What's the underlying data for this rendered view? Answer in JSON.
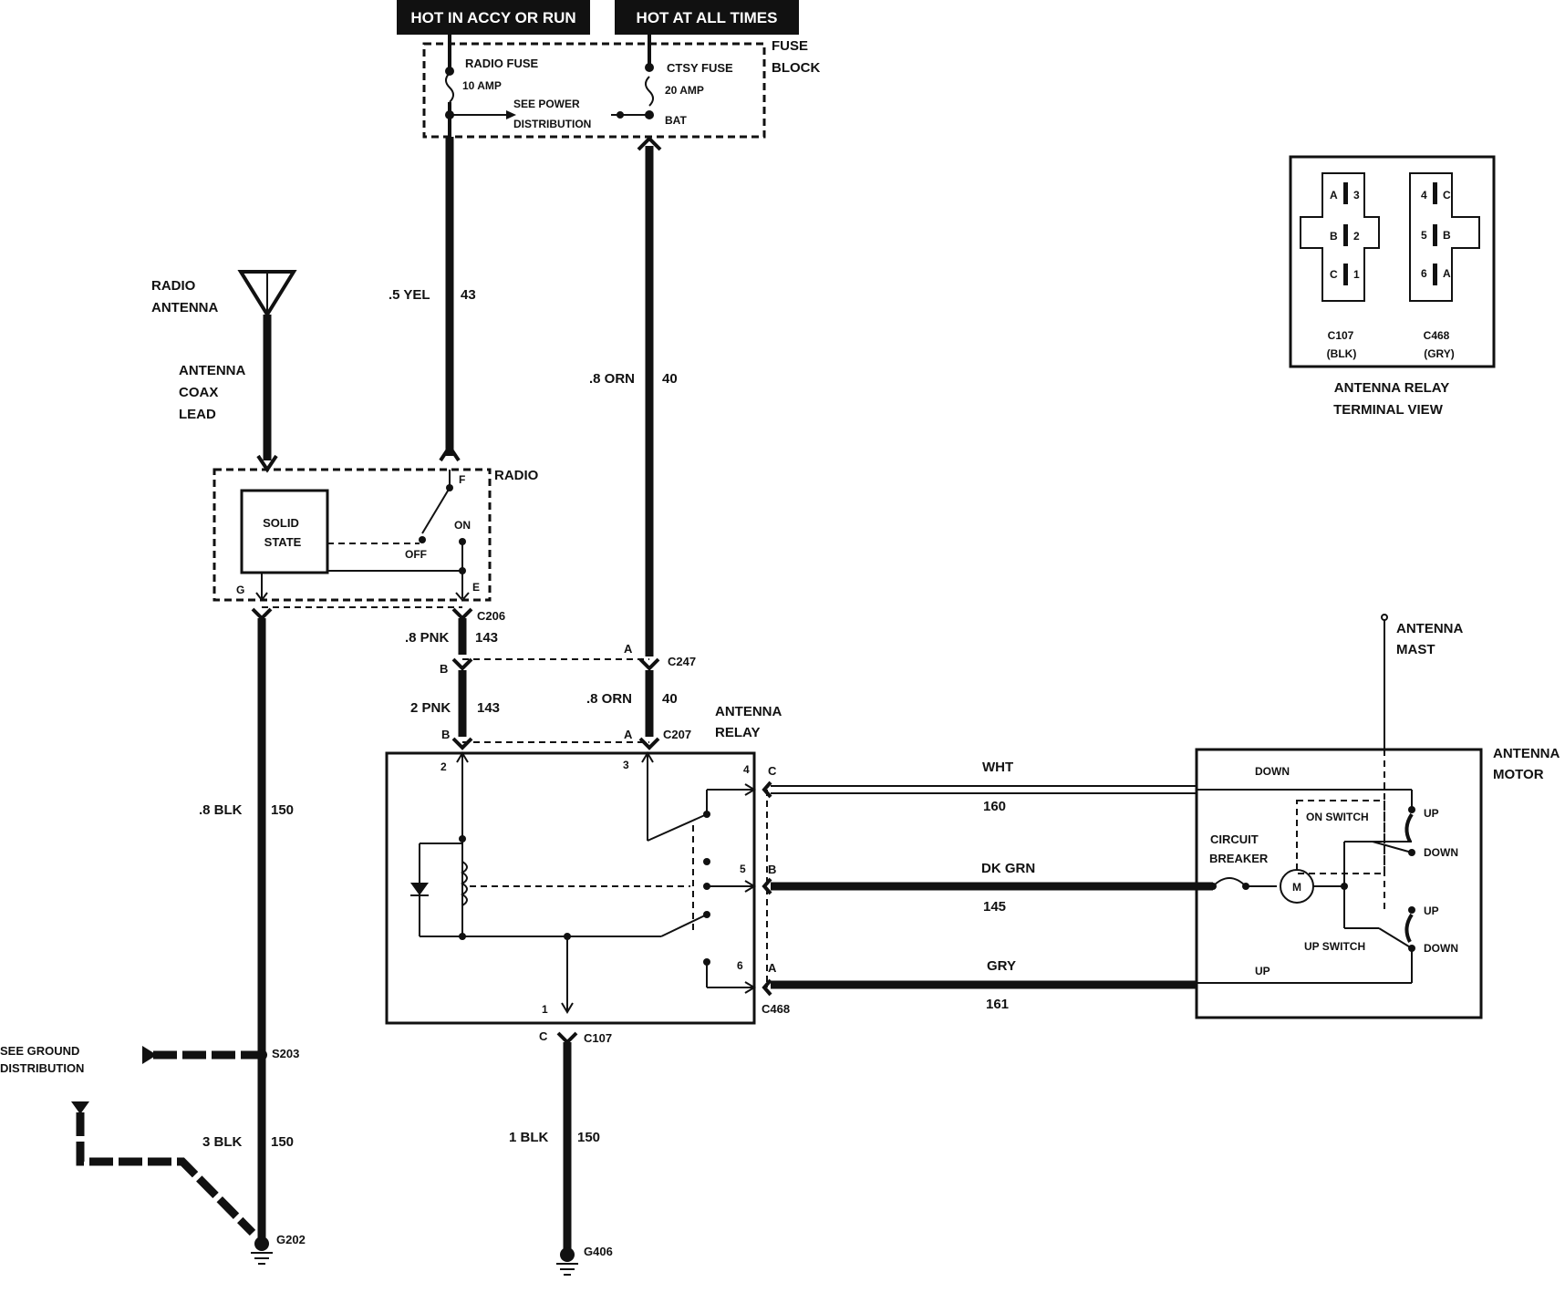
{
  "power": {
    "hot_accy_run": "HOT IN ACCY OR RUN",
    "hot_all_times": "HOT AT ALL TIMES"
  },
  "fuse_block": {
    "title_line1": "FUSE",
    "title_line2": "BLOCK",
    "radio_fuse": "RADIO FUSE",
    "radio_fuse_rating": "10 AMP",
    "ctsy_fuse": "CTSY FUSE",
    "ctsy_fuse_rating": "20 AMP",
    "see_power_line1": "SEE POWER",
    "see_power_line2": "DISTRIBUTION",
    "bat": "BAT"
  },
  "antenna": {
    "label_line1": "RADIO",
    "label_line2": "ANTENNA",
    "coax_line1": "ANTENNA",
    "coax_line2": "COAX",
    "coax_line3": "LEAD"
  },
  "radio": {
    "label": "RADIO",
    "solid_state_line1": "SOLID",
    "solid_state_line2": "STATE",
    "on": "ON",
    "off": "OFF",
    "pin_f": "F",
    "pin_e": "E",
    "pin_g": "G"
  },
  "wires": {
    "yel": {
      "gauge_color": ".5 YEL",
      "circuit": "43"
    },
    "orn_top": {
      "gauge_color": ".8 ORN",
      "circuit": "40"
    },
    "pnk_top": {
      "gauge_color": ".8 PNK",
      "circuit": "143"
    },
    "pnk_bottom": {
      "gauge_color": "2 PNK",
      "circuit": "143"
    },
    "orn_bottom": {
      "gauge_color": ".8 ORN",
      "circuit": "40"
    },
    "blk_radio": {
      "gauge_color": ".8 BLK",
      "circuit": "150"
    },
    "blk_ground": {
      "gauge_color": "3 BLK",
      "circuit": "150"
    },
    "blk_relay": {
      "gauge_color": "1 BLK",
      "circuit": "150"
    },
    "wht": {
      "color": "WHT",
      "circuit": "160"
    },
    "dkgrn": {
      "color": "DK GRN",
      "circuit": "145"
    },
    "gry": {
      "color": "GRY",
      "circuit": "161"
    }
  },
  "connectors": {
    "c206": "C206",
    "c247": "C247",
    "c207": "C207",
    "c107": "C107",
    "c468": "C468",
    "s203": "S203",
    "g202": "G202",
    "g406": "G406",
    "pin_a": "A",
    "pin_b": "B",
    "pin_c": "C"
  },
  "relay": {
    "label_line1": "ANTENNA",
    "label_line2": "RELAY",
    "pin1": "1",
    "pin2": "2",
    "pin3": "3",
    "pin4": "4",
    "pin5": "5",
    "pin6": "6"
  },
  "motor": {
    "label_line1": "ANTENNA",
    "label_line2": "MOTOR",
    "mast_line1": "ANTENNA",
    "mast_line2": "MAST",
    "down": "DOWN",
    "up": "UP",
    "on_switch": "ON SWITCH",
    "up_switch": "UP SWITCH",
    "circuit_breaker_line1": "CIRCUIT",
    "circuit_breaker_line2": "BREAKER",
    "m": "M",
    "sw_up": "UP",
    "sw_down": "DOWN"
  },
  "ground_dist": {
    "line1": "SEE GROUND",
    "line2": "DISTRIBUTION"
  },
  "terminal_view": {
    "c107": "C107",
    "c107_color": "(BLK)",
    "c468": "C468",
    "c468_color": "(GRY)",
    "title_line1": "ANTENNA RELAY",
    "title_line2": "TERMINAL VIEW",
    "left_pins": [
      {
        "letter": "A",
        "num": "3"
      },
      {
        "letter": "B",
        "num": "2"
      },
      {
        "letter": "C",
        "num": "1"
      }
    ],
    "right_pins": [
      {
        "num": "4",
        "letter": "C"
      },
      {
        "num": "5",
        "letter": "B"
      },
      {
        "num": "6",
        "letter": "A"
      }
    ]
  }
}
